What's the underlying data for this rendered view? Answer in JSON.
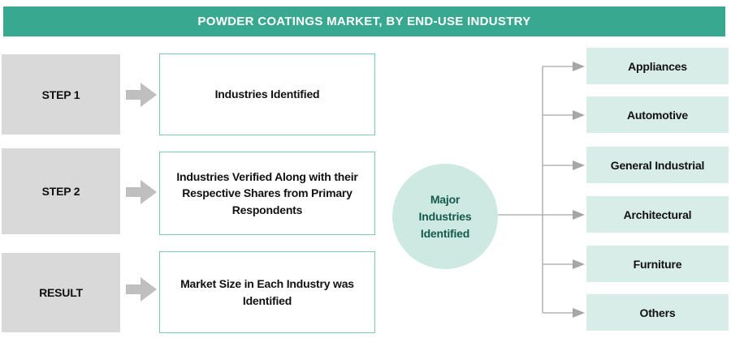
{
  "header": {
    "title": "POWDER COATINGS MARKET, BY END-USE INDUSTRY"
  },
  "steps": [
    {
      "label": "STEP 1",
      "description": "Industries Identified"
    },
    {
      "label": "STEP 2",
      "description": "Industries Verified Along with their Respective Shares from Primary Respondents"
    },
    {
      "label": "RESULT",
      "description": "Market Size in Each Industry was Identified"
    }
  ],
  "hub": {
    "label": "Major Industries Identified"
  },
  "industries": [
    "Appliances",
    "Automotive",
    "General Industrial",
    "Architectural",
    "Furniture",
    "Others"
  ],
  "colors": {
    "header_bg": "#39a891",
    "step_box_bg": "#d9d9d9",
    "flow_arrow": "#bfbfbf",
    "outline_box_border": "#7ec8b6",
    "hub_circle_bg": "#cde9e1",
    "hub_text": "#15594f",
    "industry_box_bg": "#d8ede8",
    "connector_line": "#a6a6a6"
  }
}
